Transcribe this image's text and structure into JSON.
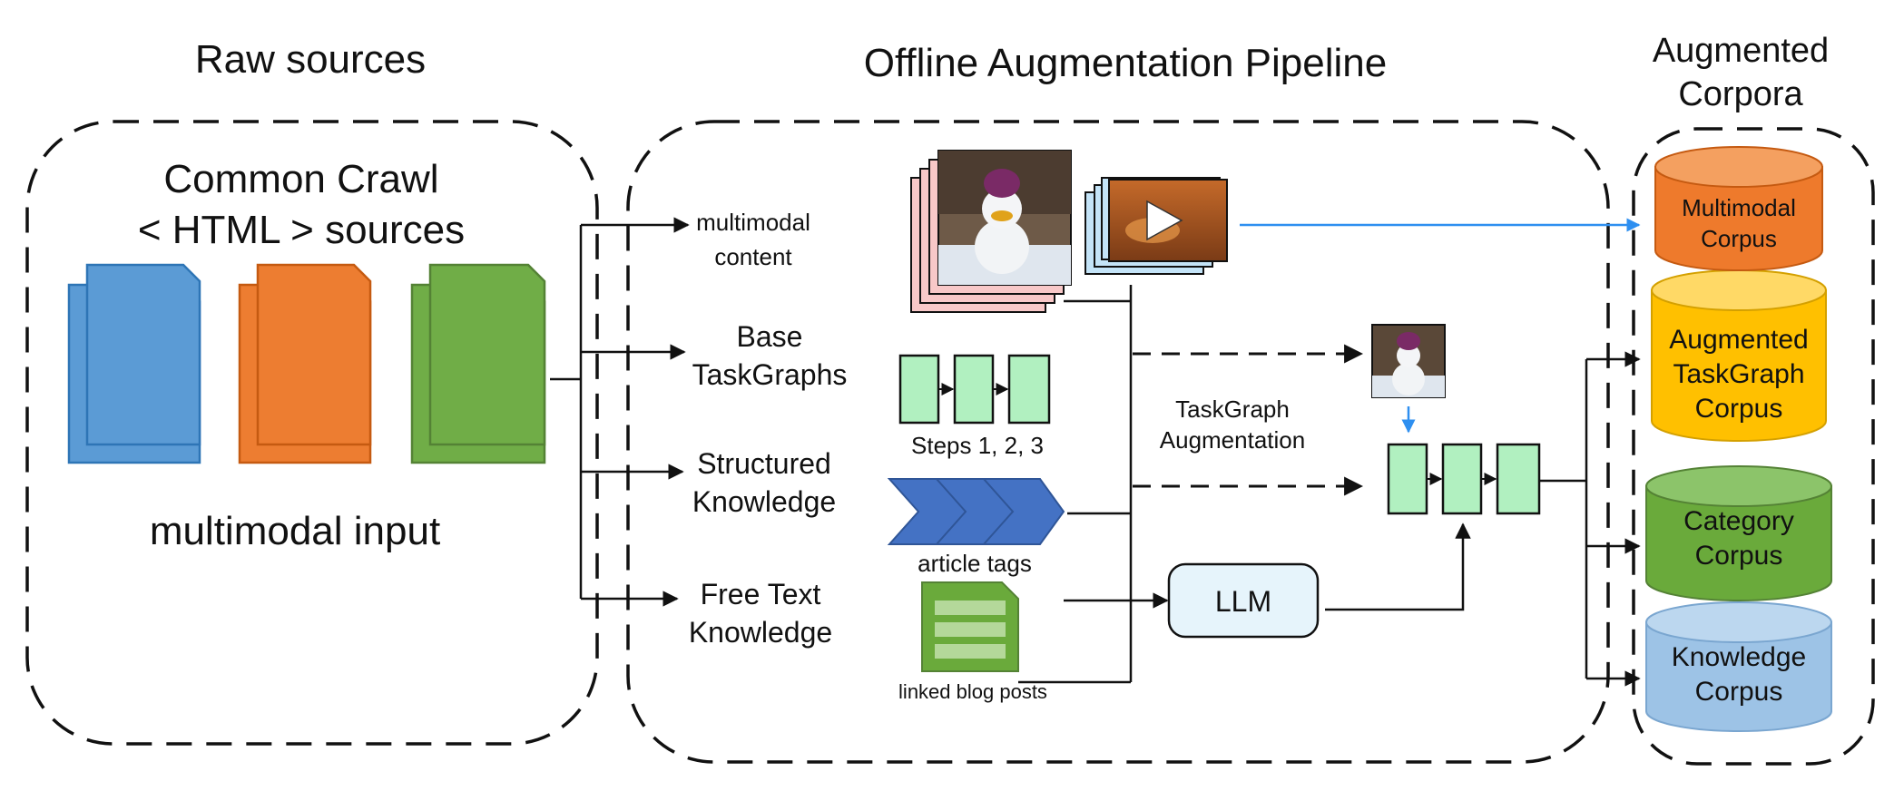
{
  "headers": {
    "raw_sources": "Raw sources",
    "pipeline": "Offline Augmentation Pipeline",
    "augmented_line1": "Augmented",
    "augmented_line2": "Corpora"
  },
  "sources": {
    "line1": "Common Crawl",
    "line2": "< HTML > sources",
    "caption": "multimodal input",
    "doc_colors": [
      "#5b9bd5",
      "#ed7d31",
      "#70ad47"
    ]
  },
  "branches": {
    "multimodal_1": "multimodal",
    "multimodal_2": "content",
    "base_1": "Base",
    "base_2": "TaskGraphs",
    "structured_1": "Structured",
    "structured_2": "Knowledge",
    "freetext_1": "Free Text",
    "freetext_2": "Knowledge"
  },
  "captions": {
    "steps": "Steps 1, 2, 3",
    "article_tags": "article tags",
    "blog_posts": "linked blog posts",
    "aug_1": "TaskGraph",
    "aug_2": "Augmentation",
    "llm": "LLM"
  },
  "corpora": {
    "multimodal_1": "Multimodal",
    "multimodal_2": "Corpus",
    "taskgraph_1": "Augmented",
    "taskgraph_2": "TaskGraph",
    "taskgraph_3": "Corpus",
    "category_1": "Category",
    "category_2": "Corpus",
    "knowledge_1": "Knowledge",
    "knowledge_2": "Corpus"
  },
  "colors": {
    "blue_arrow": "#2e8ff0",
    "tags": "#4472c4",
    "step_fill": "#b1f0c0",
    "llm_fill": "#e6f4fb",
    "cyl_multimodal": "#ee7a2c",
    "cyl_taskgraph": "#ffc000",
    "cyl_category": "#6aaa3b",
    "cyl_knowledge": "#9dc3e6"
  },
  "icons": [
    "document-icon",
    "image-stack-icon",
    "video-stack-icon",
    "chevron-tags-icon",
    "blog-post-icon",
    "play-icon",
    "snowman-thumbnail-icon",
    "cylinder-db-icon"
  ]
}
